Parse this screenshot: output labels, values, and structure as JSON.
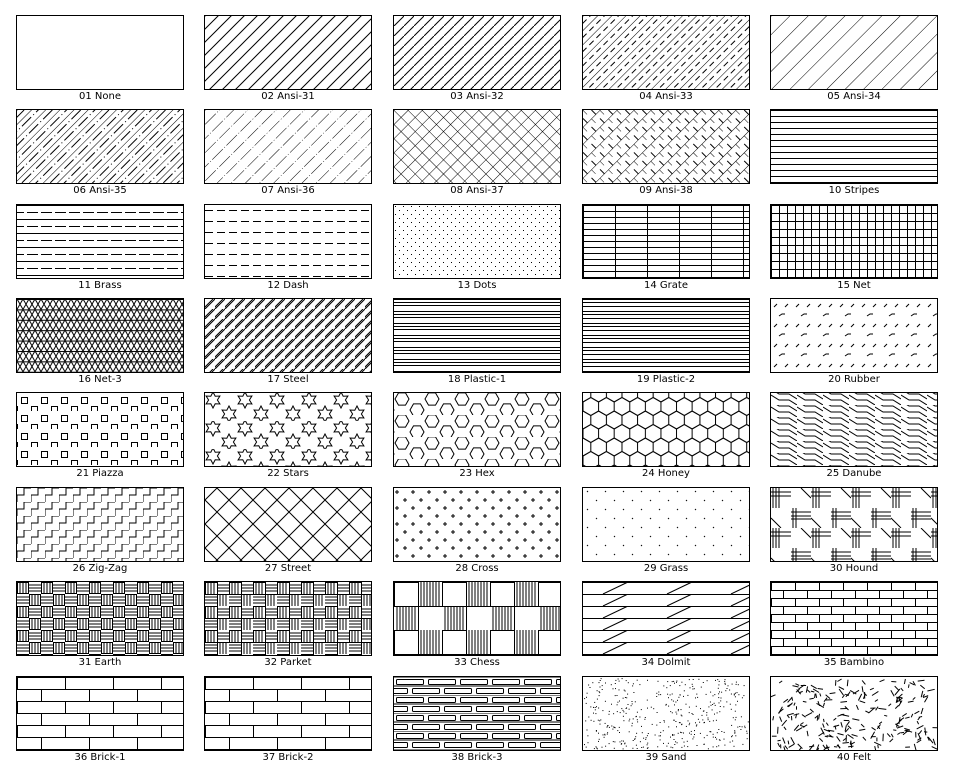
{
  "patterns": [
    {
      "label": "01 None",
      "kind": "none"
    },
    {
      "label": "02 Ansi-31",
      "kind": "ansi31"
    },
    {
      "label": "03 Ansi-32",
      "kind": "ansi32"
    },
    {
      "label": "04 Ansi-33",
      "kind": "ansi33"
    },
    {
      "label": "05 Ansi-34",
      "kind": "ansi34"
    },
    {
      "label": "06 Ansi-35",
      "kind": "ansi35"
    },
    {
      "label": "07 Ansi-36",
      "kind": "ansi36"
    },
    {
      "label": "08 Ansi-37",
      "kind": "ansi37"
    },
    {
      "label": "09 Ansi-38",
      "kind": "ansi38"
    },
    {
      "label": "10 Stripes",
      "kind": "stripes"
    },
    {
      "label": "11 Brass",
      "kind": "brass"
    },
    {
      "label": "12 Dash",
      "kind": "dash"
    },
    {
      "label": "13 Dots",
      "kind": "dots"
    },
    {
      "label": "14 Grate",
      "kind": "grate"
    },
    {
      "label": "15 Net",
      "kind": "net"
    },
    {
      "label": "16 Net-3",
      "kind": "net3"
    },
    {
      "label": "17 Steel",
      "kind": "steel"
    },
    {
      "label": "18 Plastic-1",
      "kind": "plastic1"
    },
    {
      "label": "19 Plastic-2",
      "kind": "plastic2"
    },
    {
      "label": "20 Rubber",
      "kind": "rubber"
    },
    {
      "label": "21 Piazza",
      "kind": "piazza"
    },
    {
      "label": "22 Stars",
      "kind": "stars"
    },
    {
      "label": "23 Hex",
      "kind": "hex"
    },
    {
      "label": "24 Honey",
      "kind": "honey"
    },
    {
      "label": "25 Danube",
      "kind": "danube"
    },
    {
      "label": "26 Zig-Zag",
      "kind": "zigzag"
    },
    {
      "label": "27 Street",
      "kind": "street"
    },
    {
      "label": "28 Cross",
      "kind": "cross"
    },
    {
      "label": "29 Grass",
      "kind": "grass"
    },
    {
      "label": "30 Hound",
      "kind": "hound"
    },
    {
      "label": "31 Earth",
      "kind": "earth"
    },
    {
      "label": "32 Parket",
      "kind": "parket"
    },
    {
      "label": "33 Chess",
      "kind": "chess"
    },
    {
      "label": "34 Dolmit",
      "kind": "dolmit"
    },
    {
      "label": "35 Bambino",
      "kind": "bambino"
    },
    {
      "label": "36 Brick-1",
      "kind": "brick1"
    },
    {
      "label": "37 Brick-2",
      "kind": "brick2"
    },
    {
      "label": "38 Brick-3",
      "kind": "brick3"
    },
    {
      "label": "39 Sand",
      "kind": "sand"
    },
    {
      "label": "40 Felt",
      "kind": "felt"
    }
  ]
}
